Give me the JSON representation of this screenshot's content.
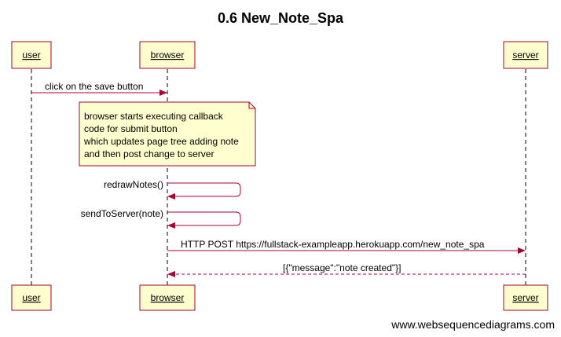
{
  "title": "0.6 New_Note_Spa",
  "actors": {
    "user": "user",
    "browser": "browser",
    "server": "server"
  },
  "messages": {
    "m1": "click on the save button",
    "m2": "redrawNotes()",
    "m3": "sendToServer(note)",
    "m4": "HTTP POST https://fullstack-exampleapp.herokuapp.com/new_note_spa",
    "m5": "[{\"message\":\"note created\"}]"
  },
  "note": [
    "browser starts executing callback",
    "code for submit button",
    "which updates page tree adding note",
    "and then post change to server"
  ],
  "footer": "www.websequencediagrams.com",
  "colors": {
    "box_fill": "#fefece",
    "box_stroke": "#a80036",
    "arrow": "#a80036",
    "lifeline": "#000000"
  }
}
